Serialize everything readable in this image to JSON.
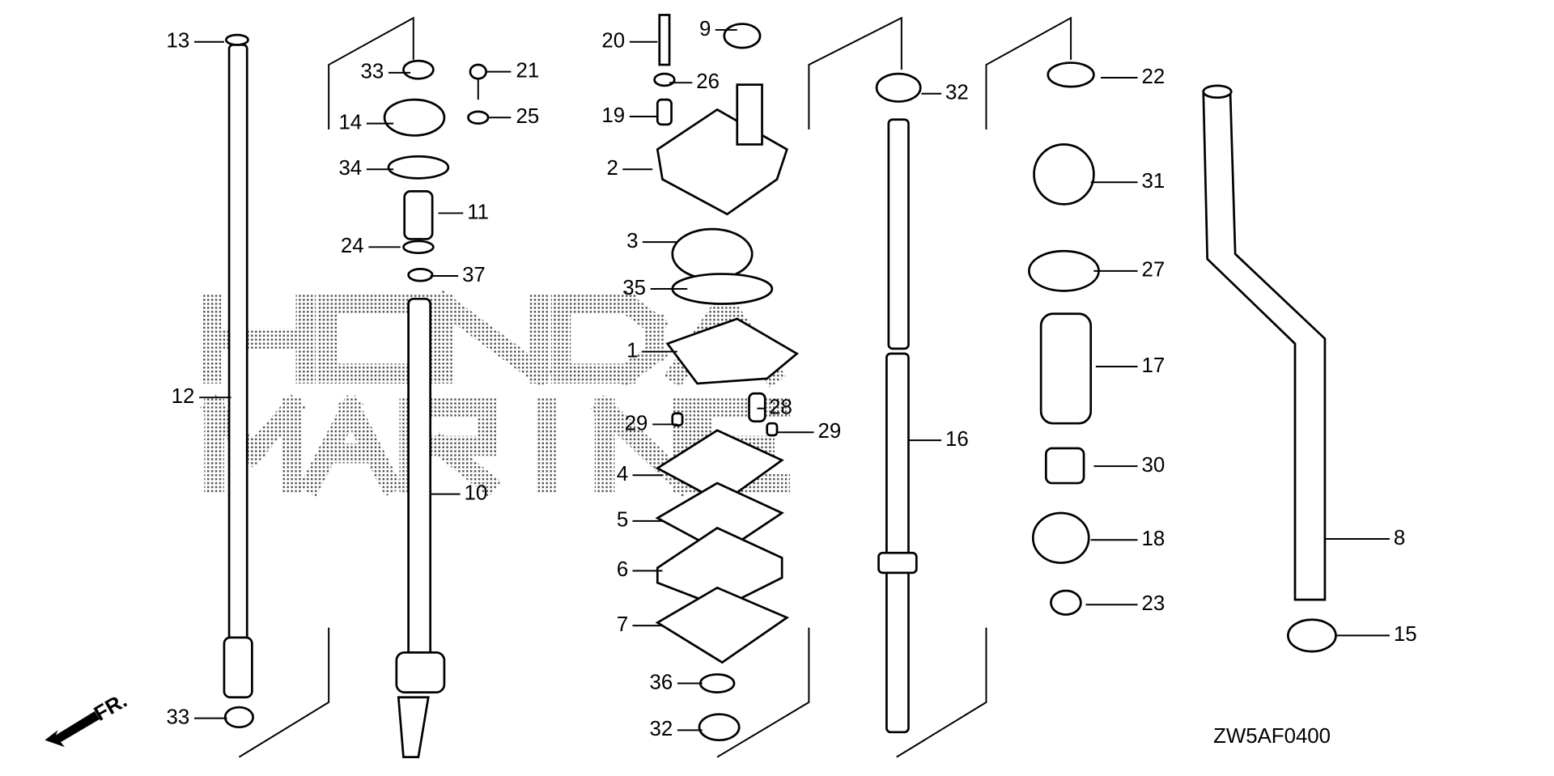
{
  "diagram": {
    "code": "ZW5AF0400",
    "watermark": "HONDA MARINE",
    "front_marker": "FR.",
    "callouts": [
      "13",
      "33",
      "21",
      "14",
      "25",
      "34",
      "11",
      "24",
      "37",
      "12",
      "10",
      "33",
      "20",
      "9",
      "26",
      "19",
      "2",
      "3",
      "35",
      "1",
      "28",
      "29",
      "29",
      "4",
      "5",
      "6",
      "7",
      "36",
      "32",
      "32",
      "16",
      "22",
      "31",
      "27",
      "17",
      "30",
      "18",
      "23",
      "8",
      "15"
    ]
  }
}
